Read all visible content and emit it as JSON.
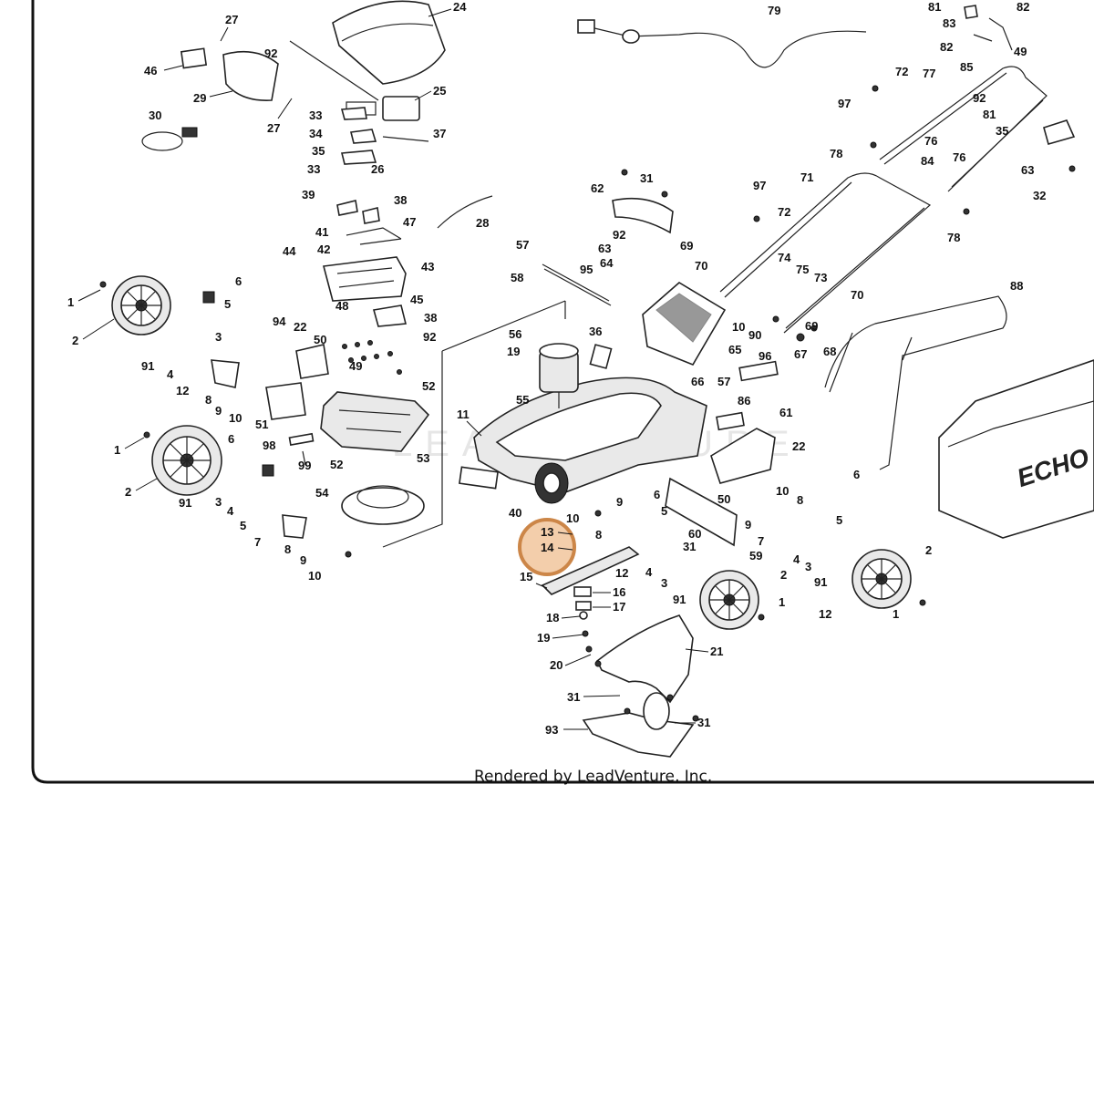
{
  "credit": "Rendered by LeadVenture, Inc.",
  "watermark": "LEADVENTURE",
  "brand": "ECHO",
  "highlight_color": "#c77a35",
  "highlighted_parts": [
    "13",
    "14"
  ],
  "callouts": [
    "1",
    "2",
    "3",
    "4",
    "5",
    "6",
    "7",
    "8",
    "9",
    "10",
    "11",
    "12",
    "13",
    "14",
    "15",
    "16",
    "17",
    "18",
    "19",
    "20",
    "21",
    "22",
    "24",
    "25",
    "26",
    "27",
    "28",
    "29",
    "30",
    "31",
    "32",
    "33",
    "34",
    "35",
    "36",
    "37",
    "38",
    "39",
    "40",
    "41",
    "42",
    "43",
    "44",
    "45",
    "46",
    "47",
    "48",
    "49",
    "50",
    "51",
    "52",
    "53",
    "54",
    "55",
    "56",
    "57",
    "58",
    "59",
    "60",
    "61",
    "62",
    "63",
    "64",
    "65",
    "66",
    "67",
    "68",
    "69",
    "70",
    "71",
    "72",
    "73",
    "74",
    "75",
    "76",
    "77",
    "78",
    "79",
    "81",
    "82",
    "83",
    "84",
    "85",
    "86",
    "88",
    "90",
    "91",
    "92",
    "93",
    "94",
    "95",
    "96",
    "97",
    "98",
    "99"
  ]
}
